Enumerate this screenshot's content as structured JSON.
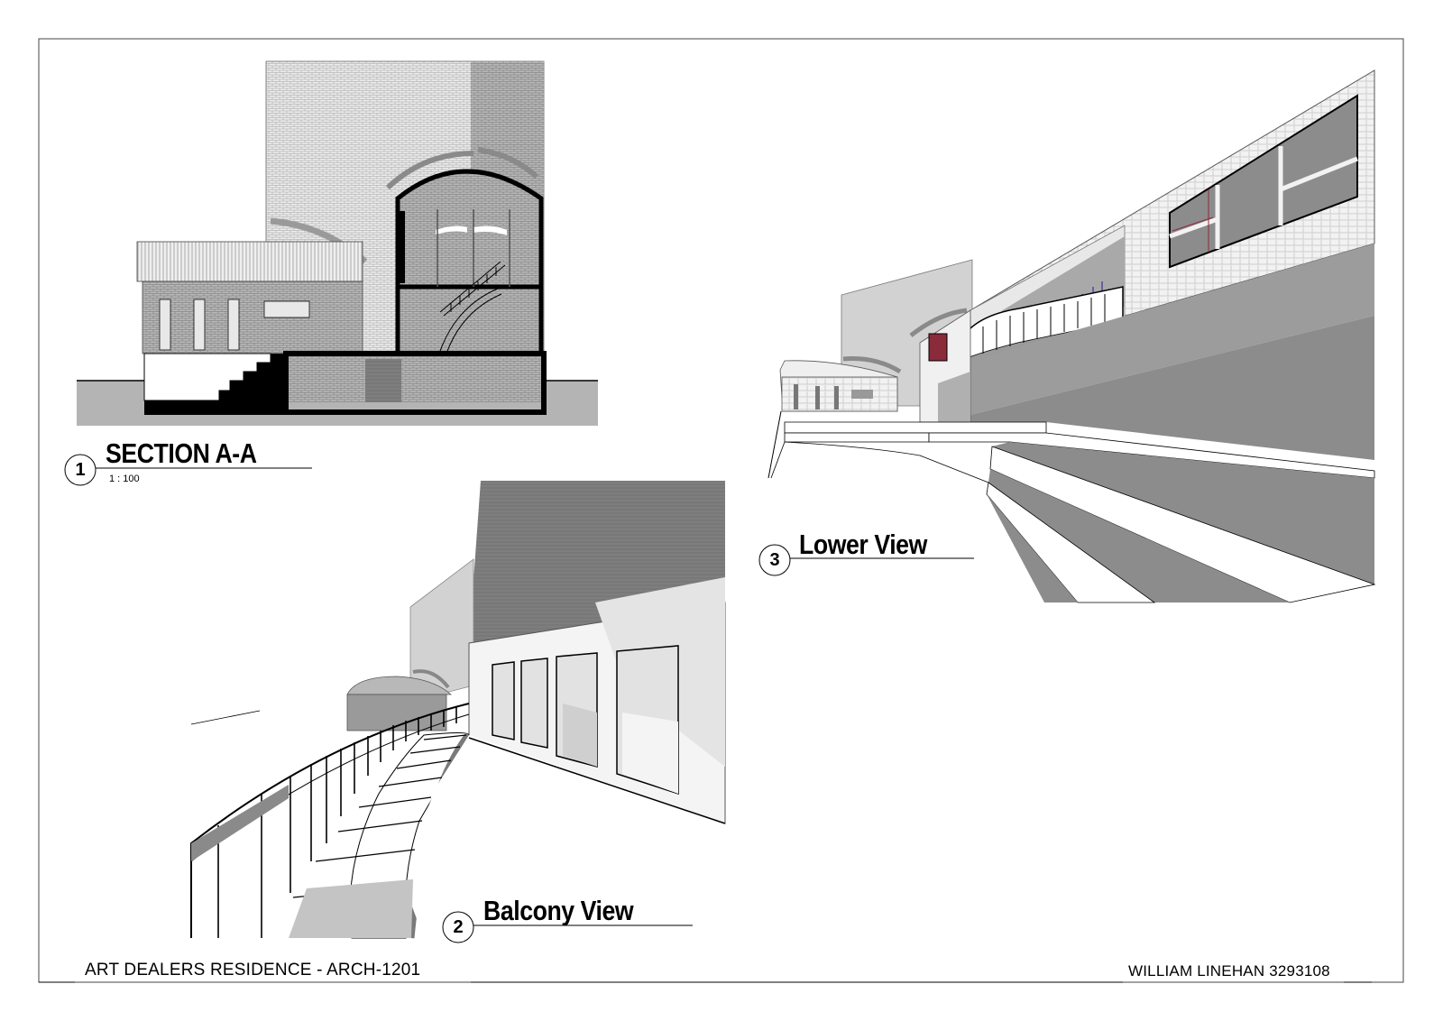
{
  "views": [
    {
      "number": "1",
      "title": "SECTION A-A",
      "scale": "1 : 100"
    },
    {
      "number": "2",
      "title": "Balcony View"
    },
    {
      "number": "3",
      "title": "Lower View"
    }
  ],
  "footer": {
    "project": "ART DEALERS RESIDENCE - ARCH-1201",
    "author": "WILLIAM LINEHAN 3293108"
  },
  "colors": {
    "line": "#000000",
    "wall_dark": "#1a1a1a",
    "tone_mid": "#8c8c8c",
    "tone_light": "#c8c8c8",
    "tone_pale": "#e6e6e6",
    "glazing_accent": "#8a2a3a"
  }
}
